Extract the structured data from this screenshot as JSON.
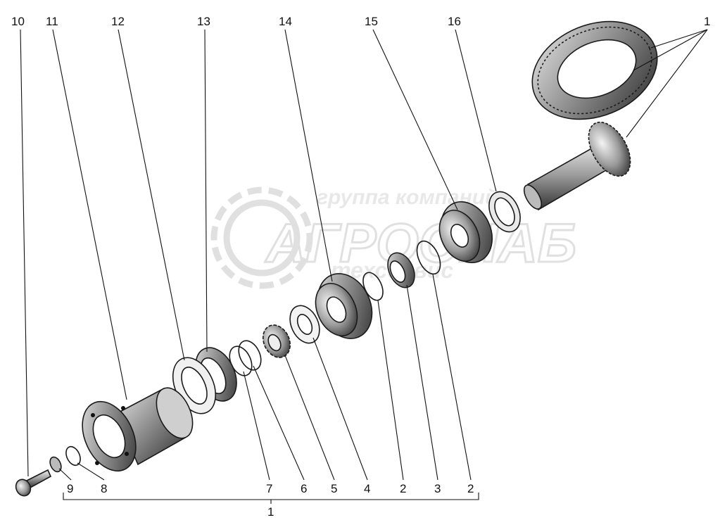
{
  "diagram": {
    "top_labels": [
      "10",
      "11",
      "12",
      "13",
      "14",
      "15",
      "16",
      "1"
    ],
    "bottom_labels": [
      "9",
      "8",
      "7",
      "6",
      "5",
      "4",
      "2",
      "3",
      "2"
    ],
    "group_label": "1"
  },
  "watermark": {
    "line1": "группа компаний",
    "brand": "АГРОСНАБ",
    "line2": "техсервис"
  }
}
